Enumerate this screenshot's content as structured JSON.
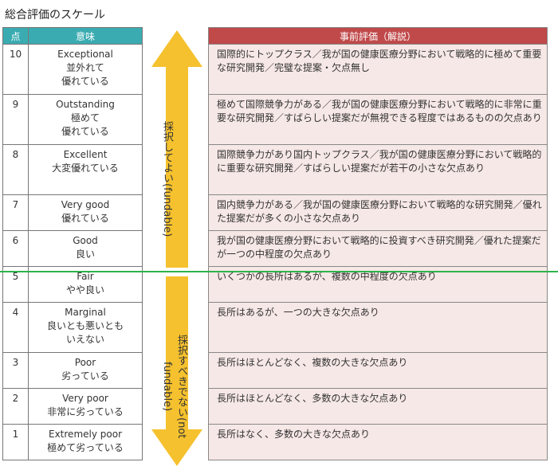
{
  "title": "総合評価のスケール",
  "left_headers": {
    "score": "点",
    "meaning": "意味"
  },
  "right_header": "事前評価（解説）",
  "arrows": {
    "up": {
      "ja": "採択してよい",
      "en": "(fundable)"
    },
    "down": {
      "ja": "採択すべきでない",
      "en": "(not fundable)"
    }
  },
  "colors": {
    "left_header": "#3aacb1",
    "right_header": "#c0494a",
    "right_bg": "#f6e8e6",
    "arrow": "#f5c12e",
    "divider": "#2db34a"
  },
  "rows": [
    {
      "score": "10",
      "en": "Exceptional",
      "ja": [
        "並外れて",
        "優れている"
      ],
      "desc": "国際的にトップクラス／我が国の健康医療分野において戦略的に極めて重要な研究開発／完璧な提案・欠点無し"
    },
    {
      "score": "9",
      "en": "Outstanding",
      "ja": [
        "極めて",
        "優れている"
      ],
      "desc": "極めて国際競争力がある／我が国の健康医療分野において戦略的に非常に重要な研究開発／すばらしい提案だが無視できる程度ではあるものの欠点あり"
    },
    {
      "score": "8",
      "en": "Excellent",
      "ja": [
        "大変優れている"
      ],
      "desc": "国際競争力があり国内トップクラス／我が国の健康医療分野において戦略的に重要な研究開発／すばらしい提案だが若干の小さな欠点あり"
    },
    {
      "score": "7",
      "en": "Very good",
      "ja": [
        "優れている"
      ],
      "desc": "国内競争力がある／我が国の健康医療分野において戦略的な研究開発／優れた提案だが多くの小さな欠点あり"
    },
    {
      "score": "6",
      "en": "Good",
      "ja": [
        "良い"
      ],
      "desc": "我が国の健康医療分野において戦略的に投資すべき研究開発／優れた提案だが一つの中程度の欠点あり"
    },
    {
      "score": "5",
      "en": "Fair",
      "ja": [
        "やや良い"
      ],
      "desc": "いくつかの長所はあるが、複数の中程度の欠点あり"
    },
    {
      "score": "4",
      "en": "Marginal",
      "ja": [
        "良いとも悪いとも",
        "いえない"
      ],
      "desc": "長所はあるが、一つの大きな欠点あり"
    },
    {
      "score": "3",
      "en": "Poor",
      "ja": [
        "劣っている"
      ],
      "desc": "長所はほとんどなく、複数の大きな欠点あり"
    },
    {
      "score": "2",
      "en": "Very poor",
      "ja": [
        "非常に劣っている"
      ],
      "desc": "長所はほとんどなく、多数の大きな欠点あり"
    },
    {
      "score": "1",
      "en": "Extremely poor",
      "ja": [
        "極めて劣っている"
      ],
      "desc": "長所はなく、多数の大きな欠点あり"
    }
  ]
}
